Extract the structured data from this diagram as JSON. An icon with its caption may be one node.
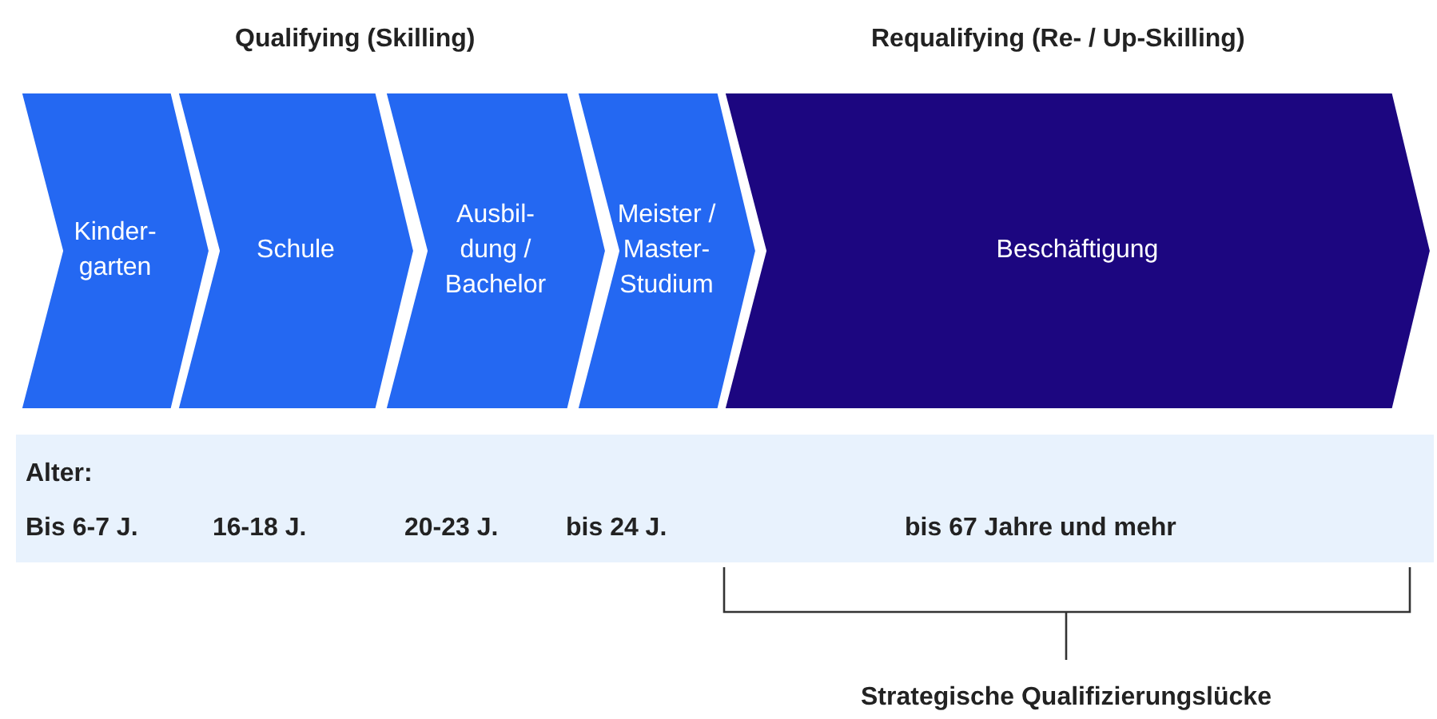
{
  "diagram": {
    "nodes": [
      {
        "text": [
          "Kinder- garten"
        ]
      },
      {
        "text": [
          "Schule"
        ]
      },
      {
        "text": [
          "Ausbil- dung / Bachelor"
        ]
      },
      {
        "text": [
          "Meister / Master- Studium"
        ]
      },
      {
        "text": [
          "Beschäftigung"
        ]
      }
    ],
    "labels": [
      "Qualifying (Skilling)",
      "Requalifying (Re- / Up-Skilling)",
      "Alter:",
      "Bis 6-7 J.",
      "16-18 J.",
      "20-23 J.",
      "bis 24 J.",
      "bis 67 Jahre und mehr",
      "Strategische Qualifizierungslücke"
    ]
  }
}
